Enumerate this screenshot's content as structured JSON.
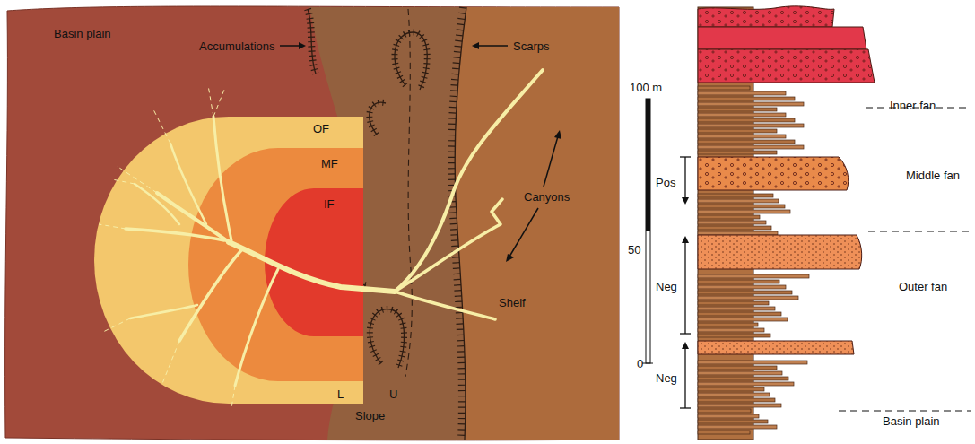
{
  "diagram": {
    "nodes": [
      {
        "text": [
          "OF"
        ]
      },
      {
        "text": [
          "MF"
        ],
        "in": 0
      },
      {
        "text": [
          "IF"
        ],
        "in": 1
      }
    ],
    "labels": [
      "Basin plain",
      "Accumulations",
      "Scarps",
      "Canyons",
      "Shelf",
      "L",
      "U",
      "Slope",
      "100 m",
      "50",
      "0",
      "Pos",
      "Neg",
      "Neg",
      "Inner fan",
      "Middle fan",
      "Outer fan",
      "Basin plain"
    ]
  }
}
